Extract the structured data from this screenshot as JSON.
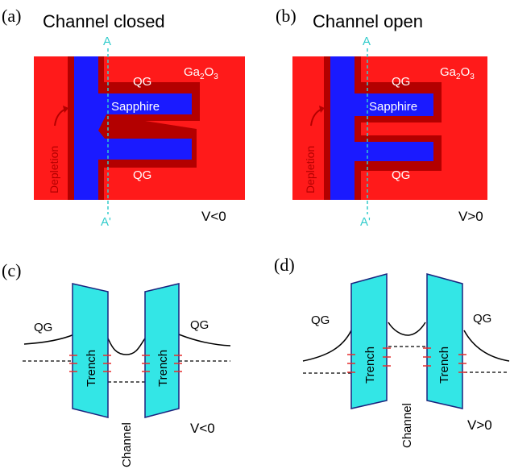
{
  "panels": {
    "a": {
      "letter": "(a)",
      "title": "Channel closed",
      "material": "Ga",
      "material_sub1": "2",
      "material_mid": "O",
      "material_sub2": "3",
      "qg_top": "QG",
      "qg_bottom": "QG",
      "substrate": "Sapphire",
      "depletion": "Depletion",
      "cut_top": "A",
      "cut_bottom": "A'",
      "voltage": "V<0"
    },
    "b": {
      "letter": "(b)",
      "title": "Channel open",
      "material": "Ga",
      "material_sub1": "2",
      "material_mid": "O",
      "material_sub2": "3",
      "qg_top": "QG",
      "qg_bottom": "QG",
      "substrate": "Sapphire",
      "depletion": "Depletion",
      "cut_top": "A",
      "cut_bottom": "A'",
      "voltage": "V>0"
    },
    "c": {
      "letter": "(c)",
      "qg_left": "QG",
      "qg_right": "QG",
      "trench_left": "Trench",
      "trench_right": "Trench",
      "channel": "Channel",
      "voltage": "V<0"
    },
    "d": {
      "letter": "(d)",
      "qg_left": "QG",
      "qg_right": "QG",
      "trench_left": "Trench",
      "trench_right": "Trench",
      "channel": "Channel",
      "voltage": "V>0"
    }
  },
  "colors": {
    "ga2o3": "#ff1a1a",
    "depletion": "#b30000",
    "sapphire": "#1a1aff",
    "trench": "#33e6e6",
    "cut_line": "#33cccc",
    "trap": "#e62e2e"
  }
}
